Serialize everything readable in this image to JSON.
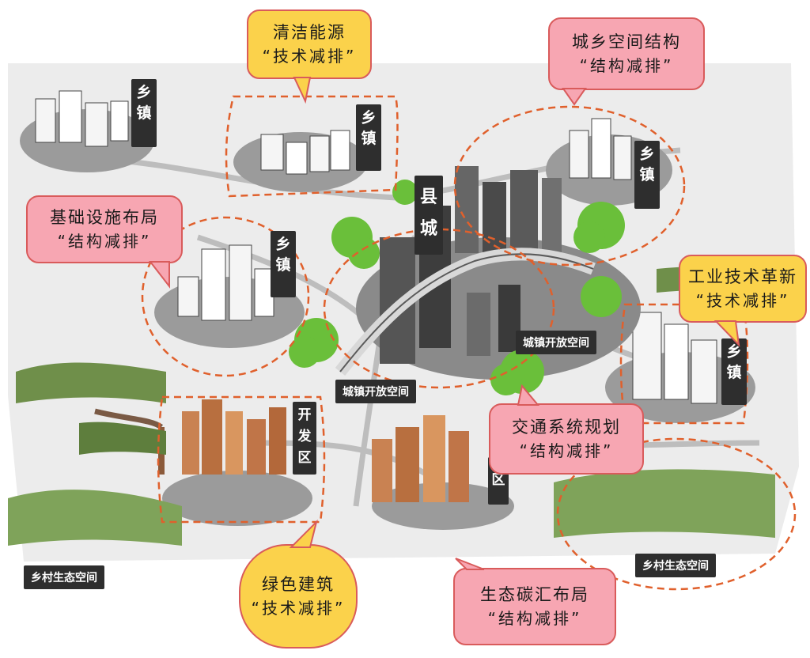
{
  "nodes": {
    "town_tl": "乡镇",
    "town_top": "乡镇",
    "town_right_top": "乡镇",
    "town_left_mid": "乡镇",
    "town_right_mid": "乡镇",
    "county": "县城",
    "dev_zone": "开发区",
    "dev_zone_partial": "区"
  },
  "space_labels": {
    "urban_open_left": "城镇开放空间",
    "urban_open_right": "城镇开放空间",
    "rural_eco_left": "乡村生态空间",
    "rural_eco_right": "乡村生态空间"
  },
  "callouts": [
    {
      "id": "clean-energy",
      "title": "清洁能源",
      "subtitle": "“技术减排”",
      "color": "#fbd24b"
    },
    {
      "id": "urban-rural-spatial",
      "title": "城乡空间结构",
      "subtitle": "“结构减排”",
      "color": "#f7a6b2"
    },
    {
      "id": "infrastructure-layout",
      "title": "基础设施布局",
      "subtitle": "“结构减排”",
      "color": "#f7a6b2"
    },
    {
      "id": "industrial-innovation",
      "title": "工业技术革新",
      "subtitle": "“技术减排”",
      "color": "#fbd24b"
    },
    {
      "id": "transport-planning",
      "title": "交通系统规划",
      "subtitle": "“结构减排”",
      "color": "#f7a6b2"
    },
    {
      "id": "green-building",
      "title": "绿色建筑",
      "subtitle": "“技术减排”",
      "color": "#fbd24b"
    },
    {
      "id": "carbon-sink",
      "title": "生态碳汇布局",
      "subtitle": "“结构减排”",
      "color": "#f7a6b2"
    }
  ]
}
